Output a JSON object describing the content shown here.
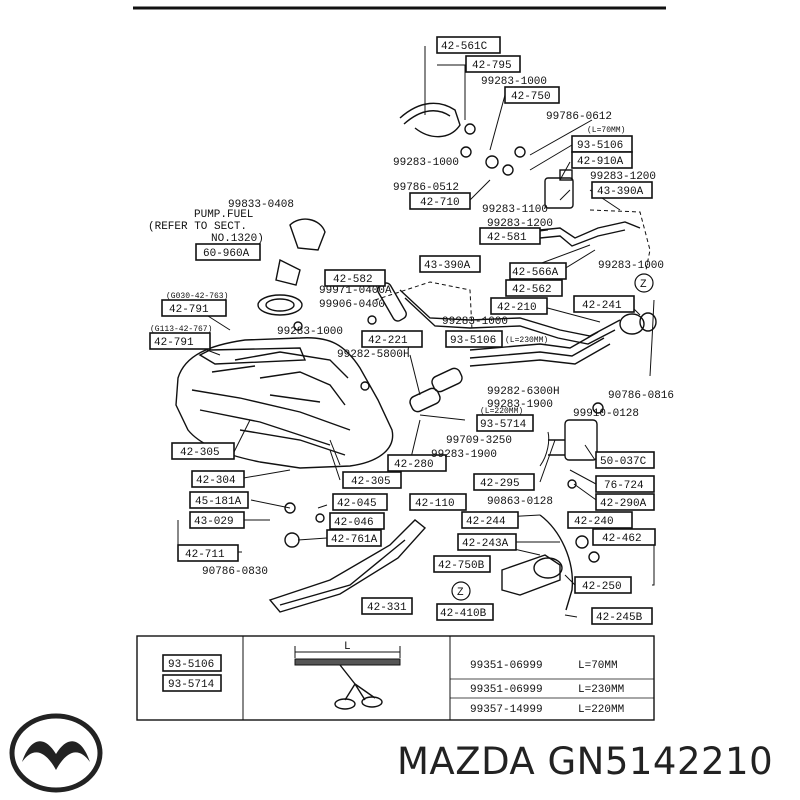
{
  "diagram": {
    "boxed_labels": [
      "42-561C",
      "42-795",
      "42-750",
      "93-5106",
      "42-910A",
      "43-390A",
      "42-710",
      "42-581",
      "60-960A",
      "42-582",
      "43-390A",
      "42-566A",
      "42-562",
      "42-210",
      "42-241",
      "42-791",
      "42-791",
      "42-221",
      "93-5106",
      "93-5714",
      "42-305",
      "42-304",
      "42-305",
      "42-280",
      "42-295",
      "50-037C",
      "76-724",
      "42-290A",
      "45-181A",
      "42-045",
      "42-110",
      "43-029",
      "42-046",
      "42-761A",
      "42-244",
      "42-240",
      "42-243A",
      "42-462",
      "42-711",
      "42-750B",
      "42-250",
      "42-331",
      "42-410B",
      "42-245B"
    ],
    "plain_labels": [
      "99283-1000",
      "99786-0612",
      "99283-1000",
      "99786-0512",
      "99283-1100",
      "99283-1200",
      "99283-1200",
      "99833-0408",
      "99283-1000",
      "99971-0400A",
      "99906-0400",
      "99283-1000",
      "99283-1000",
      "99282-5800H",
      "99282-6300H",
      "90786-0816",
      "99283-1900",
      "99910-0128",
      "99709-3250",
      "99283-1900",
      "90863-0128",
      "90786-0830",
      "(L=70MM)",
      "(L=230MM)",
      "(L=220MM)",
      "(G030-42-763)",
      "(G113-42-767)",
      "Z",
      "Z"
    ],
    "note_lines": [
      "PUMP.FUEL",
      "(REFER TO SECT.",
      "NO.1320)"
    ],
    "table": {
      "boxed": [
        "93-5106",
        "93-5714"
      ],
      "dimension_label": "L",
      "rows": [
        {
          "part": "99351-06999",
          "length": "L=70MM"
        },
        {
          "part": "99351-06999",
          "length": "L=230MM"
        },
        {
          "part": "99357-14999",
          "length": "L=220MM"
        }
      ]
    }
  },
  "brand_text": "MAZDA GN5142210",
  "logo_icon": "mazda-logo-icon"
}
